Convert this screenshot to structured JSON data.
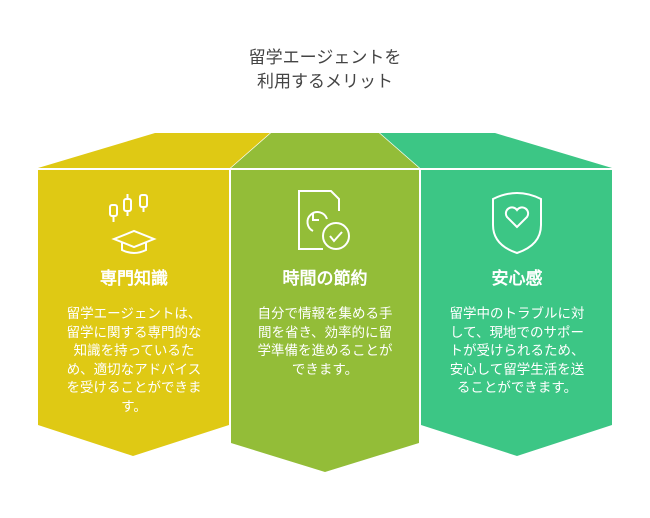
{
  "title": {
    "line1": "留学エージェントを",
    "line2": "利用するメリット"
  },
  "colors": {
    "yellow": "#dfc914",
    "green": "#93bd38",
    "teal": "#3cc685"
  },
  "columns": [
    {
      "icon": "graduation-cap-chart-icon",
      "heading": "専門知識",
      "text": "留学エージェントは、留学に関する専門的な知識を持っているため、適切なアドバイスを受けることができます。"
    },
    {
      "icon": "document-clock-check-icon",
      "heading": "時間の節約",
      "text": "自分で情報を集める手間を省き、効率的に留学準備を進めることができます。"
    },
    {
      "icon": "shield-heart-icon",
      "heading": "安心感",
      "text": "留学中のトラブルに対して、現地でのサポートが受けられるため、安心して留学生活を送ることができます。"
    }
  ]
}
